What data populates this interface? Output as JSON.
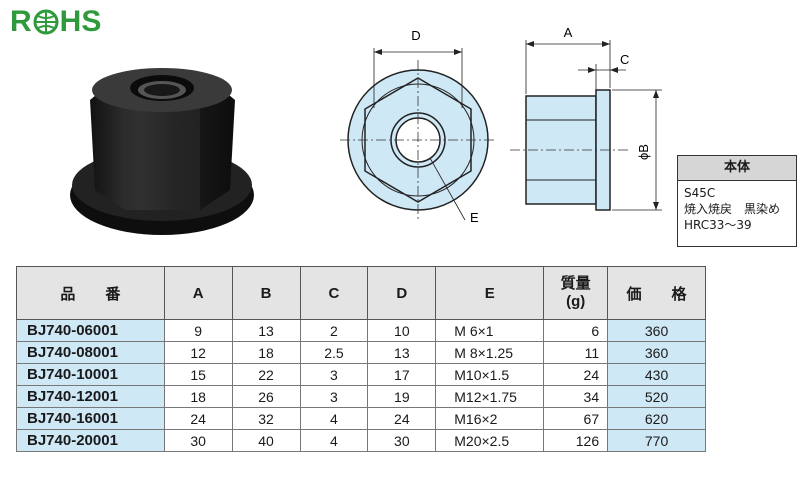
{
  "rohs_label": "RoHS",
  "drawing_labels": {
    "D": "D",
    "A": "A",
    "C": "C",
    "B": "ϕB",
    "E": "E"
  },
  "material": {
    "title": "本体",
    "lines": [
      "S45C",
      "焼入焼戻　黒染め",
      "HRC33〜39"
    ]
  },
  "table": {
    "headers": [
      "品　　番",
      "A",
      "B",
      "C",
      "D",
      "E",
      "質量\n(g)",
      "価　　格"
    ],
    "rows": [
      [
        "BJ740-06001",
        "9",
        "13",
        "2",
        "10",
        "M  6×1",
        "6",
        "360"
      ],
      [
        "BJ740-08001",
        "12",
        "18",
        "2.5",
        "13",
        "M  8×1.25",
        "11",
        "360"
      ],
      [
        "BJ740-10001",
        "15",
        "22",
        "3",
        "17",
        "M10×1.5",
        "24",
        "430"
      ],
      [
        "BJ740-12001",
        "18",
        "26",
        "3",
        "19",
        "M12×1.75",
        "34",
        "520"
      ],
      [
        "BJ740-16001",
        "24",
        "32",
        "4",
        "24",
        "M16×2",
        "67",
        "620"
      ],
      [
        "BJ740-20001",
        "30",
        "40",
        "4",
        "30",
        "M20×2.5",
        "126",
        "770"
      ]
    ]
  },
  "colors": {
    "rohs_green": "#2e9a3c",
    "highlight_blue": "#cfe8f6",
    "header_gray": "#e4e4e4"
  }
}
